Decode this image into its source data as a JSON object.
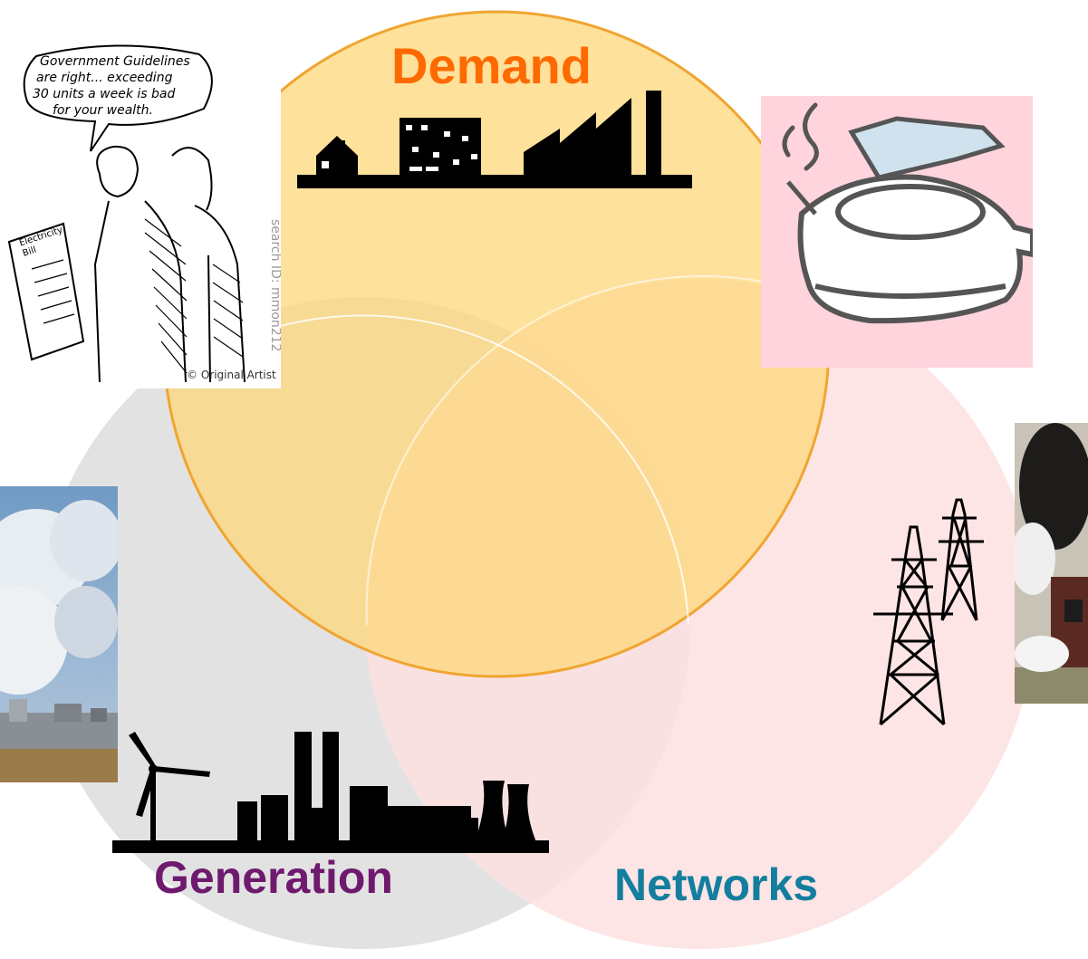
{
  "circles": {
    "demand": {
      "label": "Demand",
      "label_color": "#ff6a00",
      "fill": "#fdd77a",
      "stroke": "#f0a530"
    },
    "generation": {
      "label": "Generation",
      "label_color": "#6e1a6e",
      "fill": "#dcdcdc",
      "stroke": "#ffffff"
    },
    "networks": {
      "label": "Networks",
      "label_color": "#137e9e",
      "fill": "#fde0e0",
      "stroke": "#ffffff"
    }
  },
  "cartoon": {
    "speech": [
      "Government Guidelines",
      "are right... exceeding",
      "30 units a week is bad",
      "for your wealth."
    ],
    "bill": "Electricity Bill",
    "watermark": "search ID: mmon212",
    "copyright": "© Original Artist"
  },
  "icons": {
    "demand_skyline": "house-flats-factory-icon",
    "generation_skyline": "wind-turbine-power-station-cooling-tower-icon",
    "pylons": "electricity-pylon-icon",
    "kettle": "kettle-icon"
  },
  "colors": {
    "kettle_bg": "#ffd4dc"
  }
}
